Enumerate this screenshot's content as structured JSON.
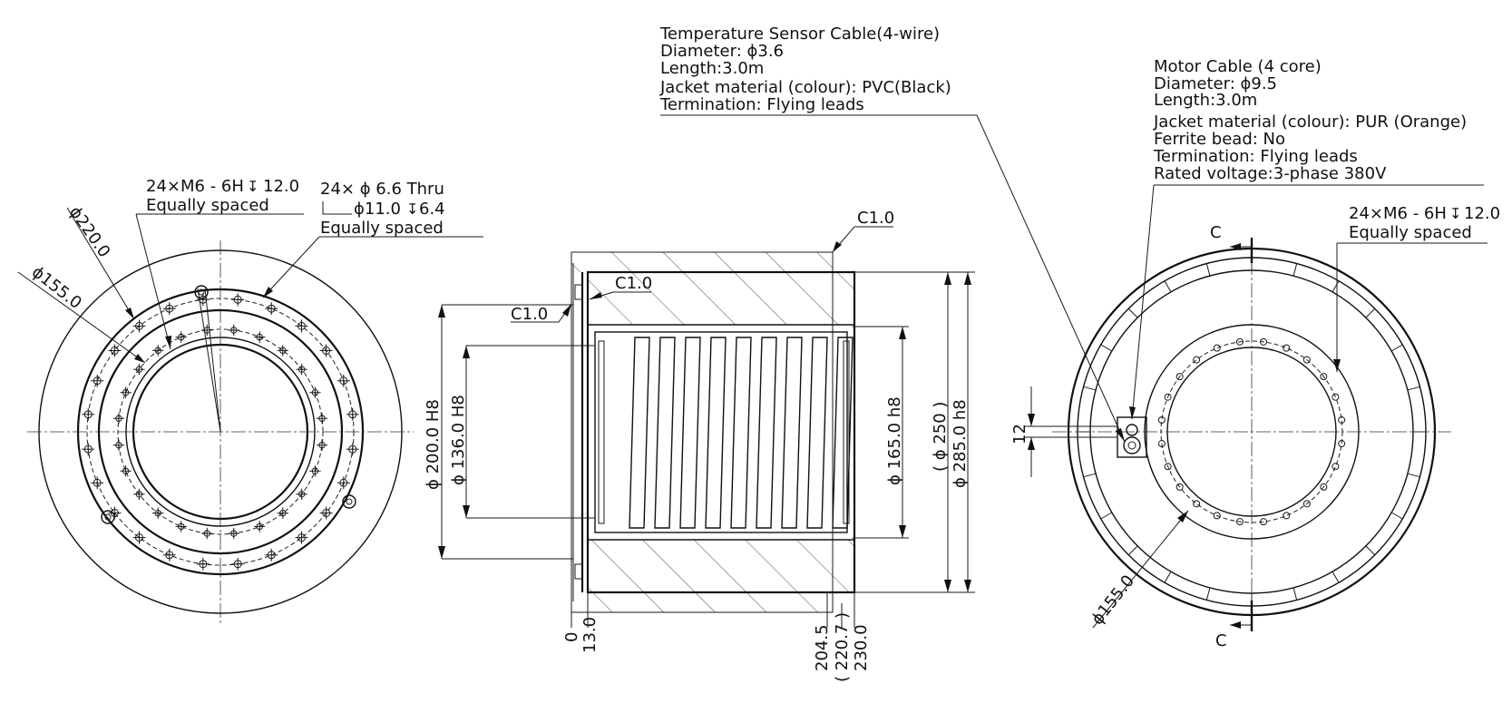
{
  "left_view": {
    "dia_220": "ϕ220.0",
    "dia_155": "ϕ155.0",
    "thread_callout_1": "24×M6 - 6H",
    "thread_depth_1": "12.0",
    "thread_spacing_1": "Equally spaced",
    "hole_callout": "24× ϕ 6.6 Thru",
    "counterbore": "ϕ11.0",
    "counterbore_depth": "6.4",
    "hole_spacing": "Equally spaced"
  },
  "section_view": {
    "chamfer_top": "C1.0",
    "chamfer_inner": "C1.0",
    "chamfer_left": "C1.0",
    "dim_200": "ϕ 200.0 H8",
    "dim_136": "ϕ 136.0 H8",
    "dim_165": "ϕ 165.0 h8",
    "dim_250": "( ϕ 250 )",
    "dim_285": "ϕ 285.0 h8",
    "x_0": "0",
    "x_13": "13.0",
    "x_204": "204.5",
    "x_220": "( 220.7 )",
    "x_230": "230.0"
  },
  "temp_cable": {
    "title": "Temperature Sensor Cable(4-wire)",
    "diameter": "Diameter: ϕ3.6",
    "length": "Length:3.0m",
    "jacket": "Jacket material (colour): PVC(Black)",
    "termination": "Termination: Flying  leads"
  },
  "motor_cable": {
    "title": "Motor Cable (4 core)",
    "diameter": "Diameter: ϕ9.5",
    "length": "Length:3.0m",
    "jacket": "Jacket material (colour): PUR (Orange)",
    "ferrite": "Ferrite bead: No",
    "termination": "Termination: Flying leads",
    "voltage": "Rated voltage:3-phase 380V"
  },
  "right_view": {
    "thread_callout": "24×M6 - 6H",
    "thread_depth": "12.0",
    "thread_spacing": "Equally spaced",
    "section_top": "C",
    "section_bottom": "C",
    "dim_12": "12",
    "dia_155": "ϕ155.0"
  }
}
